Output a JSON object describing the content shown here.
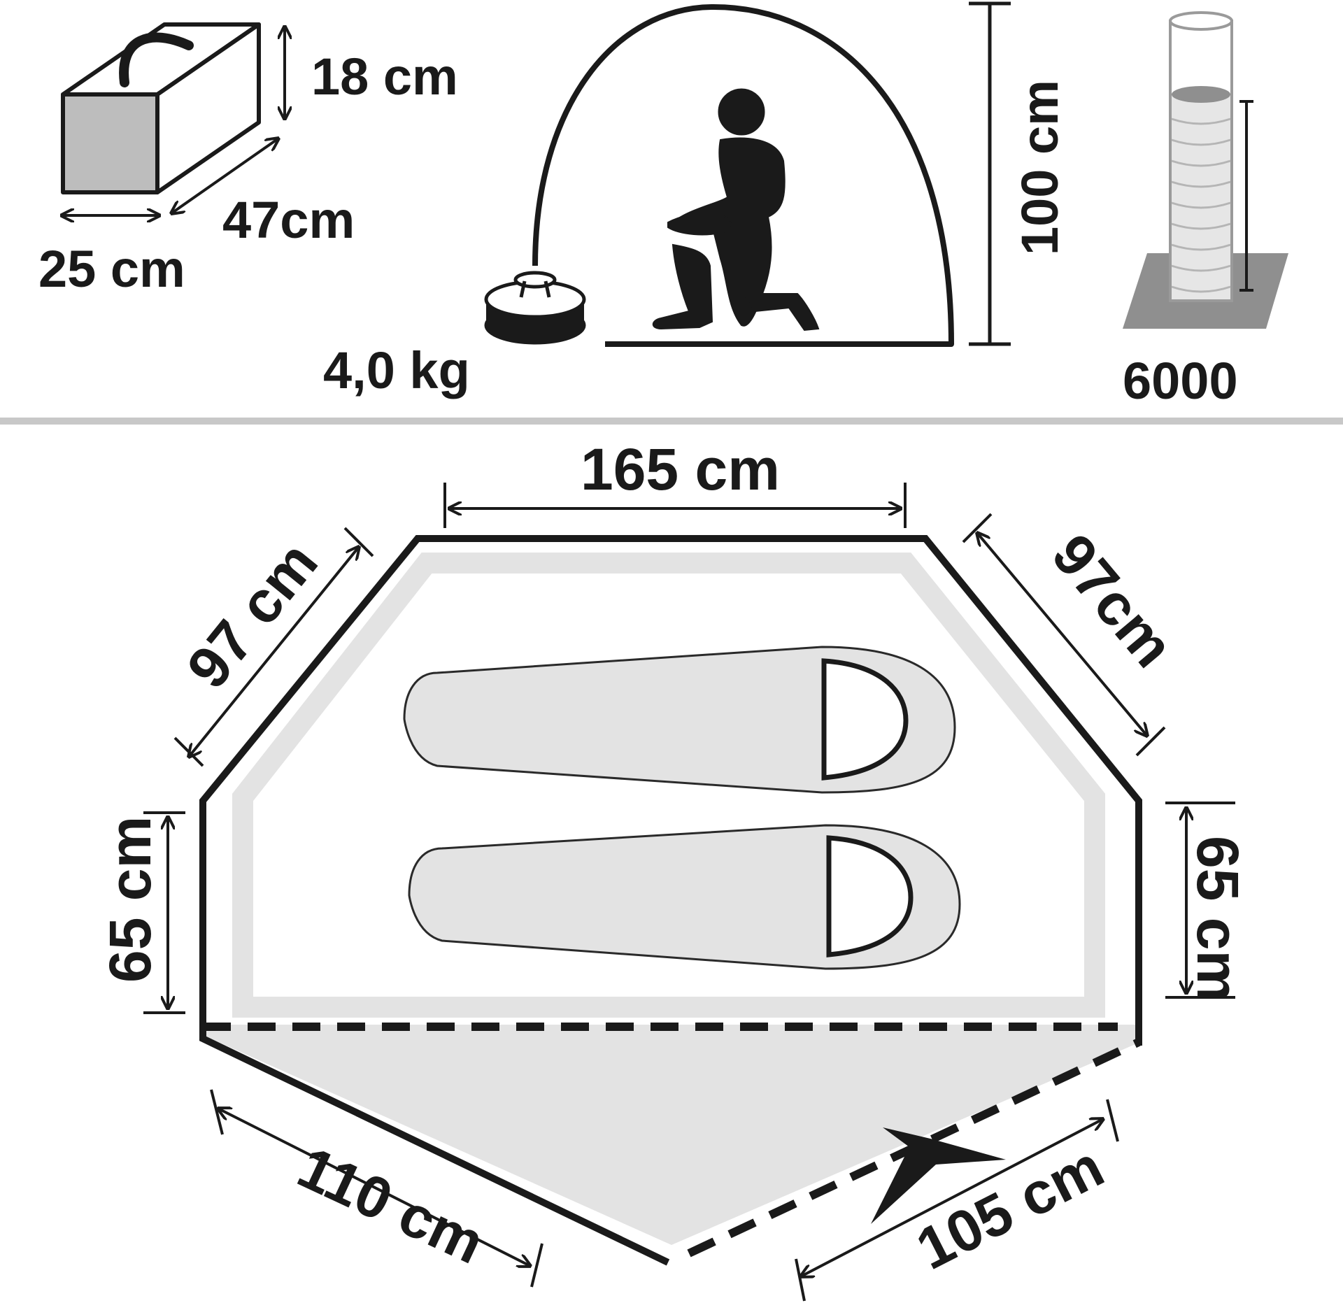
{
  "specs": {
    "pack_height": "18 cm",
    "pack_length": "47cm",
    "pack_width": "25 cm",
    "weight": "4,0 kg",
    "inner_height": "100 cm",
    "water_column": "6000"
  },
  "floor_plan": {
    "top_edge": "165 cm",
    "upper_left_edge": "97 cm",
    "upper_right_edge": "97cm",
    "left_side": "65 cm",
    "right_side": "65 cm",
    "vestibule_left": "110 cm",
    "vestibule_right": "105 cm"
  },
  "icons": {
    "pack_bag": "pack-bag-icon",
    "tent_profile": "tent-profile-icon",
    "kneeling_person": "person-icon",
    "stuff_sack": "stuff-sack-icon",
    "water_column": "water-column-icon",
    "sleeping_bags": "sleeping-bag-icon",
    "door_arrow": "entrance-arrow-icon"
  },
  "colors": {
    "line": "#1a1a1a",
    "fill_light": "#e3e3e3",
    "fill_mid": "#bdbdbd",
    "divider": "#c8c8c8"
  }
}
